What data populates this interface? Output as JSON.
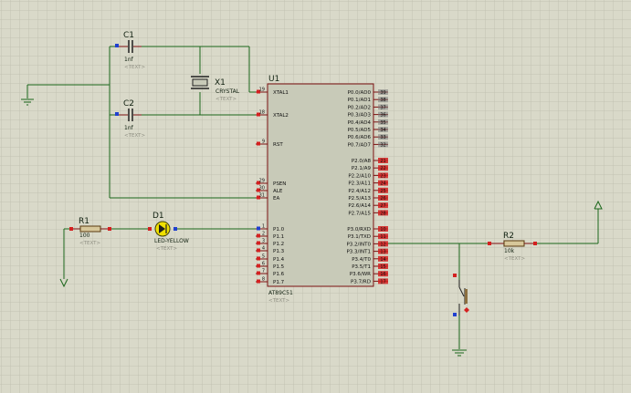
{
  "components": {
    "c1": {
      "ref": "C1",
      "value": "1nf",
      "placeholder": "<TEXT>"
    },
    "c2": {
      "ref": "C2",
      "value": "1nf",
      "placeholder": "<TEXT>"
    },
    "x1": {
      "ref": "X1",
      "value": "CRYSTAL",
      "placeholder": "<TEXT>"
    },
    "u1": {
      "ref": "U1",
      "value": "AT89C51",
      "placeholder": "<TEXT>"
    },
    "r1": {
      "ref": "R1",
      "value": "100",
      "placeholder": "<TEXT>"
    },
    "d1": {
      "ref": "D1",
      "value": "LED-YELLOW",
      "placeholder": "<TEXT>"
    },
    "r2": {
      "ref": "R2",
      "value": "10k",
      "placeholder": "<TEXT>"
    }
  },
  "u1_pins": {
    "left": [
      {
        "num": "19",
        "name": "XTAL1"
      },
      {
        "num": "18",
        "name": "XTAL2"
      },
      {
        "num": "9",
        "name": "RST"
      },
      {
        "num": "29",
        "name": "PSEN"
      },
      {
        "num": "30",
        "name": "ALE"
      },
      {
        "num": "31",
        "name": "EA"
      },
      {
        "num": "1",
        "name": "P1.0"
      },
      {
        "num": "2",
        "name": "P1.1"
      },
      {
        "num": "3",
        "name": "P1.2"
      },
      {
        "num": "4",
        "name": "P1.3"
      },
      {
        "num": "5",
        "name": "P1.4"
      },
      {
        "num": "6",
        "name": "P1.5"
      },
      {
        "num": "7",
        "name": "P1.6"
      },
      {
        "num": "8",
        "name": "P1.7"
      }
    ],
    "right": [
      {
        "num": "39",
        "name": "P0.0/AD0"
      },
      {
        "num": "38",
        "name": "P0.1/AD1"
      },
      {
        "num": "37",
        "name": "P0.2/AD2"
      },
      {
        "num": "36",
        "name": "P0.3/AD3"
      },
      {
        "num": "35",
        "name": "P0.4/AD4"
      },
      {
        "num": "34",
        "name": "P0.5/AD5"
      },
      {
        "num": "33",
        "name": "P0.6/AD6"
      },
      {
        "num": "32",
        "name": "P0.7/AD7"
      },
      {
        "num": "21",
        "name": "P2.0/A8"
      },
      {
        "num": "22",
        "name": "P2.1/A9"
      },
      {
        "num": "23",
        "name": "P2.2/A10"
      },
      {
        "num": "24",
        "name": "P2.3/A11"
      },
      {
        "num": "25",
        "name": "P2.4/A12"
      },
      {
        "num": "26",
        "name": "P2.5/A13"
      },
      {
        "num": "27",
        "name": "P2.6/A14"
      },
      {
        "num": "28",
        "name": "P2.7/A15"
      },
      {
        "num": "10",
        "name": "P3.0/RXD"
      },
      {
        "num": "11",
        "name": "P3.1/TXD"
      },
      {
        "num": "12",
        "name": "P3.2/INT0"
      },
      {
        "num": "13",
        "name": "P3.3/INT1"
      },
      {
        "num": "14",
        "name": "P3.4/T0"
      },
      {
        "num": "15",
        "name": "P3.5/T1"
      },
      {
        "num": "16",
        "name": "P3.6/WR"
      },
      {
        "num": "17",
        "name": "P3.7/RD"
      }
    ]
  },
  "colors": {
    "background": "#d9d9c9",
    "grid": "#bdbdad",
    "wire": "#1a661a",
    "chip_fill": "#c8cab8",
    "chip_border": "#7a1010",
    "pin_marker_red": "#d42020",
    "pin_marker_blue": "#2040d0",
    "led_fill": "#f0e000"
  }
}
